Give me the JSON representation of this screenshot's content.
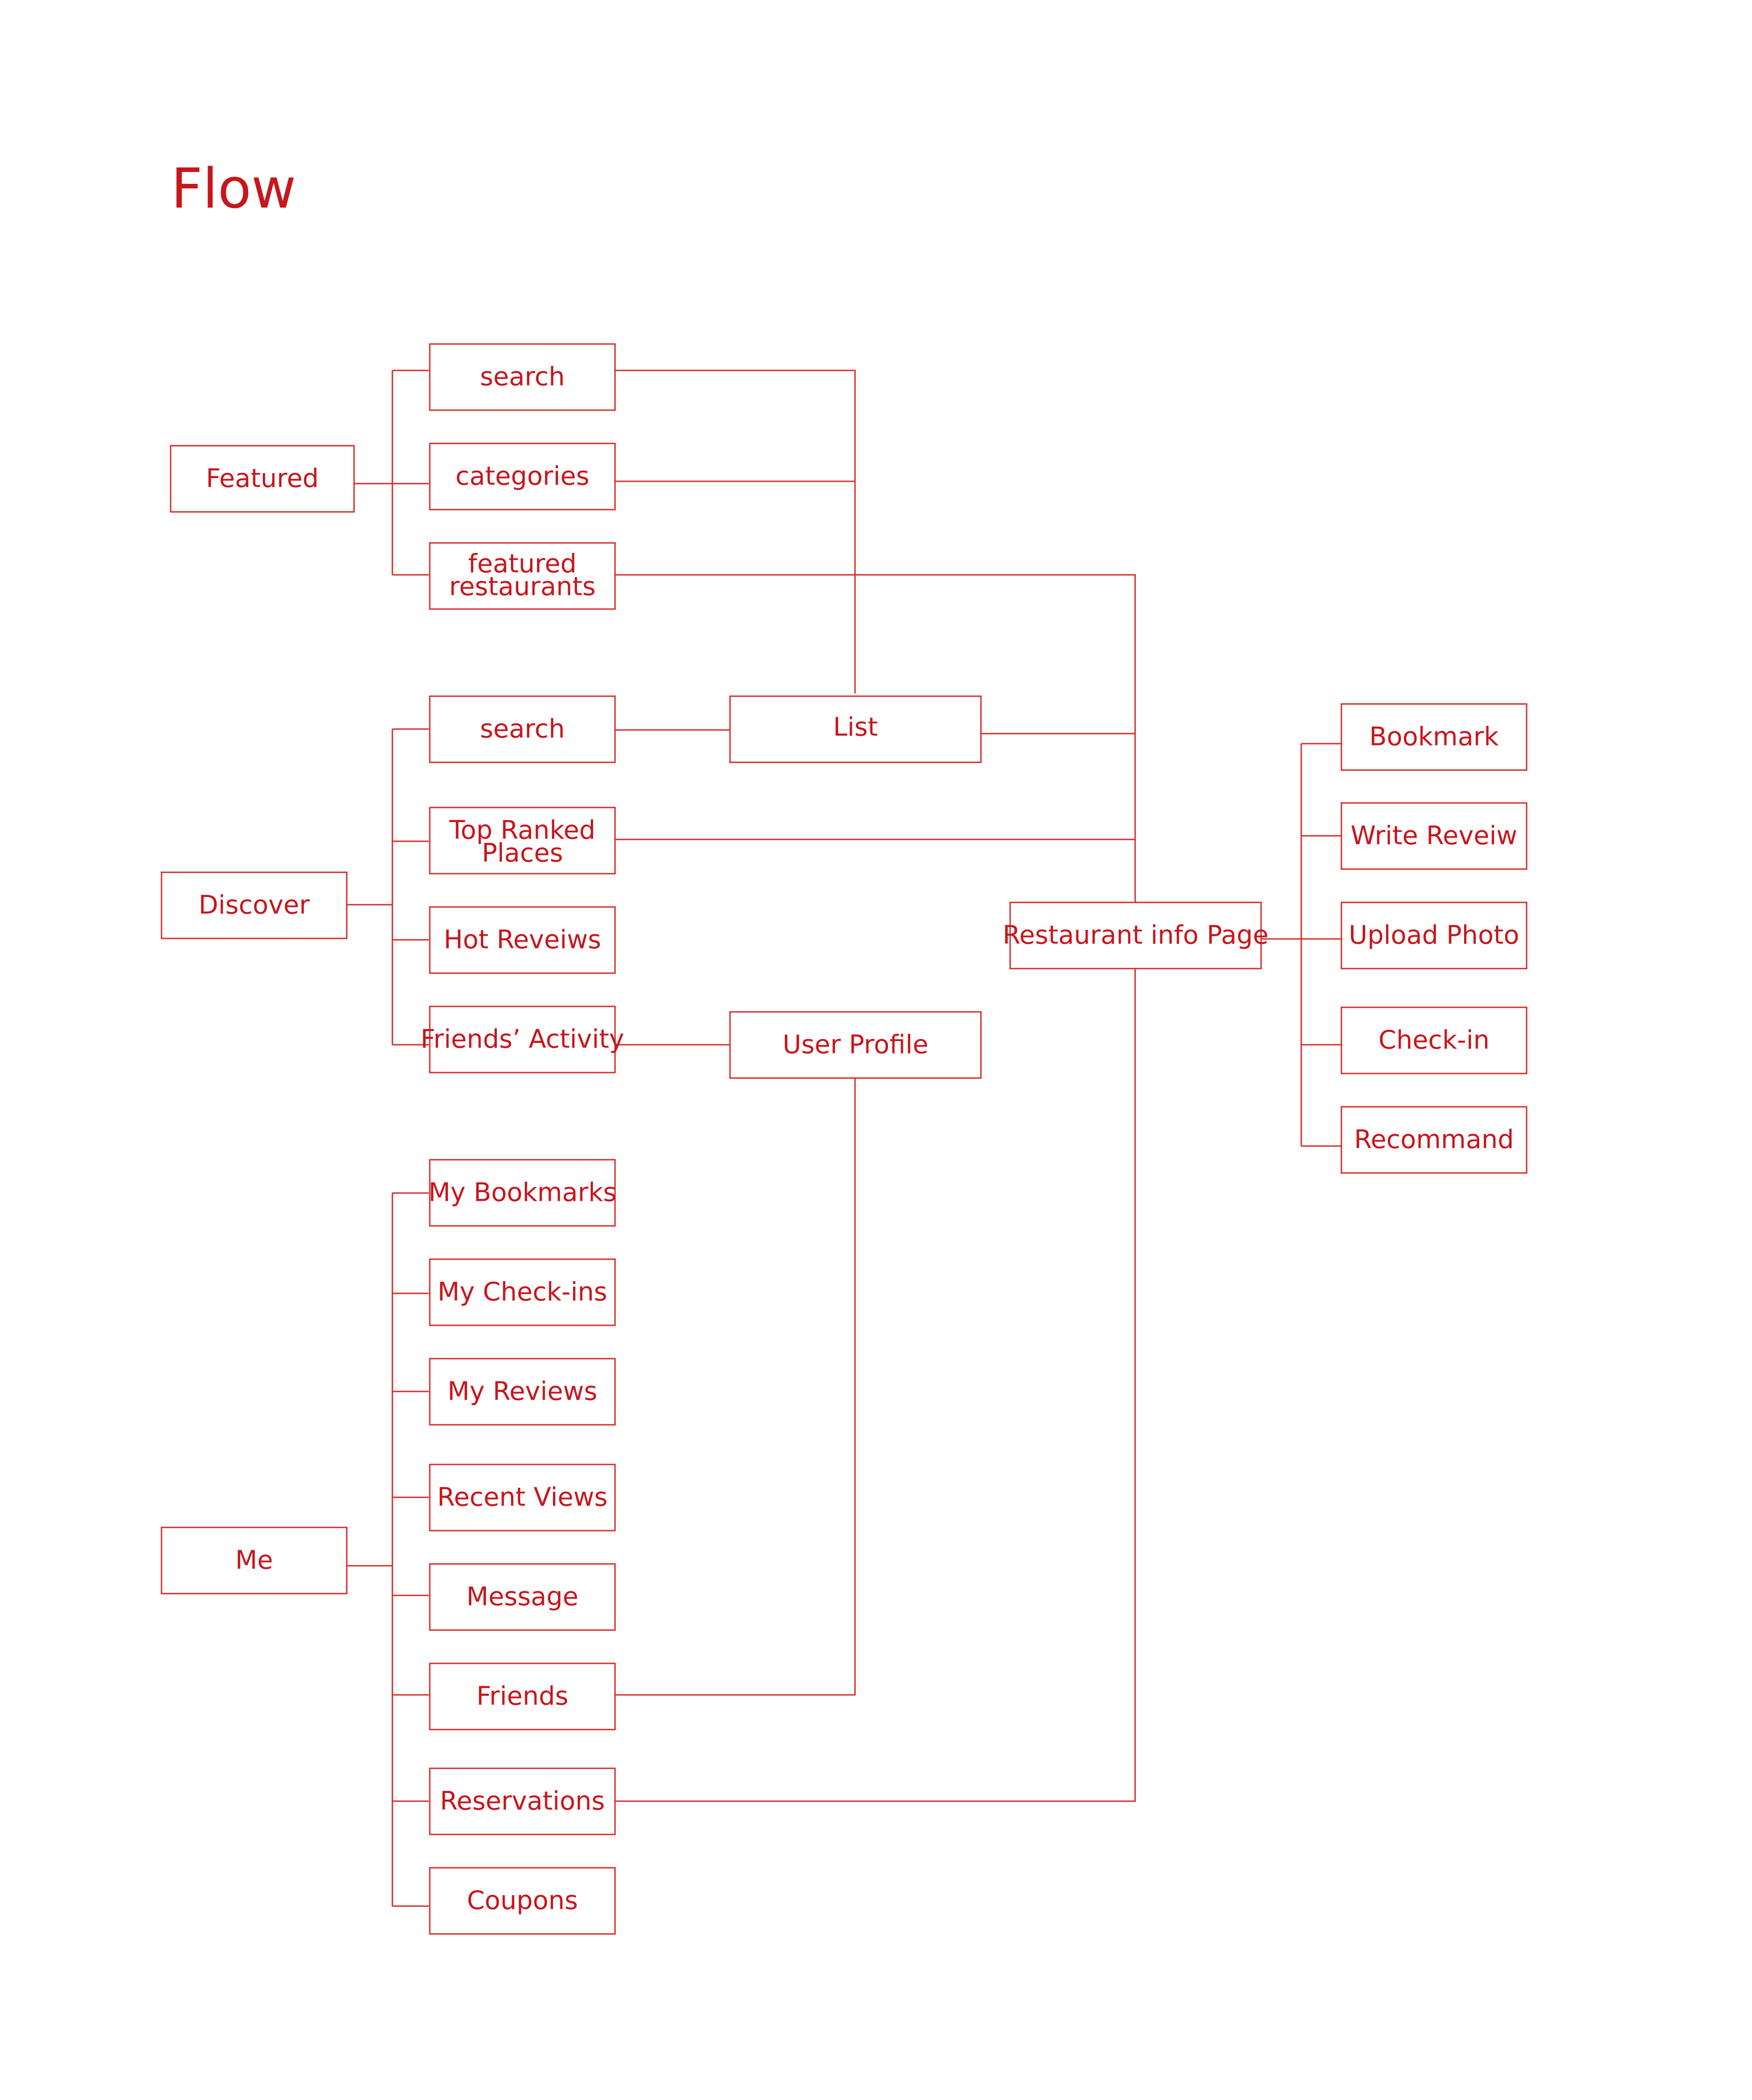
{
  "title": "Flow",
  "colors": {
    "stroke": "#d52b2b",
    "text": "#c8161d",
    "background": "#ffffff"
  },
  "nodes": {
    "featured": "Featured",
    "search1": "search",
    "categories": "categories",
    "featured_restaurants": [
      "featured",
      "restaurants"
    ],
    "list": "List",
    "search2": "search",
    "discover": "Discover",
    "top_ranked": [
      "Top Ranked",
      "Places"
    ],
    "hot_reviews": "Hot Reveiws",
    "friends_activity": "Friends’ Activity",
    "user_profile": "User Profile",
    "restaurant_info": "Restaurant info Page",
    "bookmark": "Bookmark",
    "write_review": "Write Reveiw",
    "upload_photo": "Upload Photo",
    "checkin": "Check-in",
    "recommend": "Recommand",
    "me": "Me",
    "my_bookmarks": "My Bookmarks",
    "my_checkins": "My Check-ins",
    "my_reviews": "My Reviews",
    "recent_views": "Recent Views",
    "message": "Message",
    "friends": "Friends",
    "reservations": "Reservations",
    "coupons": "Coupons"
  }
}
